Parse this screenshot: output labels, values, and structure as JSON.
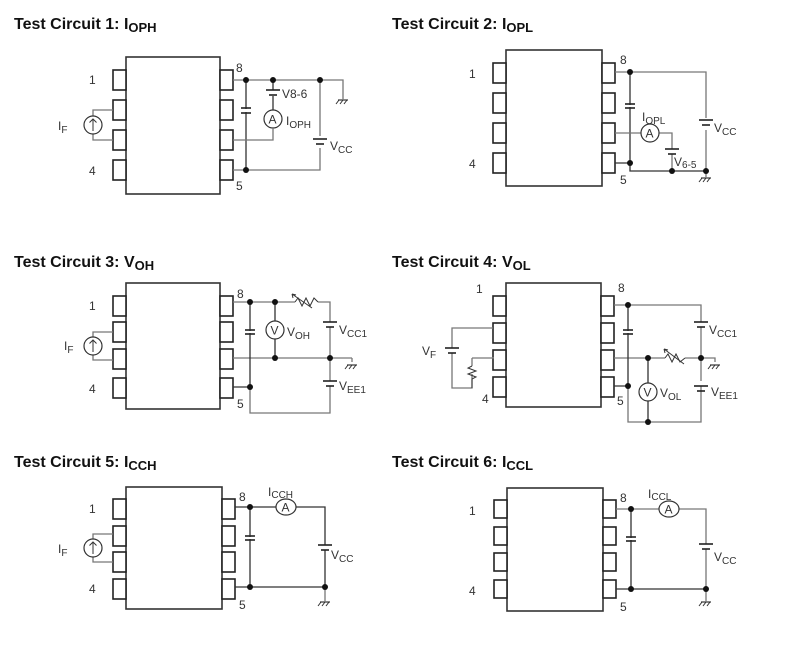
{
  "circuits": [
    {
      "id": 1,
      "title_main": "Test Circuit 1: I",
      "title_sub": "OPH",
      "pins": {
        "p1": "1",
        "p4": "4",
        "p5": "5",
        "p8": "8"
      },
      "labels": {
        "if": "I",
        "if_sub": "F",
        "v86": "V8-6",
        "meter": "A",
        "meas": "I",
        "meas_sub": "OPH",
        "vcc": "V",
        "vcc_sub": "CC"
      }
    },
    {
      "id": 2,
      "title_main": "Test Circuit 2: I",
      "title_sub": "OPL",
      "pins": {
        "p1": "1",
        "p4": "4",
        "p5": "5",
        "p8": "8"
      },
      "labels": {
        "meter": "A",
        "meas": "I",
        "meas_sub": "OPL",
        "v65": "V",
        "v65_sub": "6-5",
        "vcc": "V",
        "vcc_sub": "CC"
      }
    },
    {
      "id": 3,
      "title_main": "Test Circuit 3: V",
      "title_sub": "OH",
      "pins": {
        "p1": "1",
        "p4": "4",
        "p5": "5",
        "p8": "8"
      },
      "labels": {
        "if": "I",
        "if_sub": "F",
        "meter": "V",
        "meas": "V",
        "meas_sub": "OH",
        "vcc": "V",
        "vcc_sub": "CC1",
        "vee": "V",
        "vee_sub": "EE1"
      }
    },
    {
      "id": 4,
      "title_main": "Test Circuit 4: V",
      "title_sub": "OL",
      "pins": {
        "p1": "1",
        "p4": "4",
        "p5": "5",
        "p8": "8"
      },
      "labels": {
        "vf": "V",
        "vf_sub": "F",
        "meter": "V",
        "meas": "V",
        "meas_sub": "OL",
        "vcc": "V",
        "vcc_sub": "CC1",
        "vee": "V",
        "vee_sub": "EE1"
      }
    },
    {
      "id": 5,
      "title_main": "Test Circuit 5: I",
      "title_sub": "CCH",
      "pins": {
        "p1": "1",
        "p4": "4",
        "p5": "5",
        "p8": "8"
      },
      "labels": {
        "if": "I",
        "if_sub": "F",
        "meter": "A",
        "meas": "I",
        "meas_sub": "CCH",
        "vcc": "V",
        "vcc_sub": "CC"
      }
    },
    {
      "id": 6,
      "title_main": "Test Circuit 6: I",
      "title_sub": "CCL",
      "pins": {
        "p1": "1",
        "p4": "4",
        "p5": "5",
        "p8": "8"
      },
      "labels": {
        "meter": "A",
        "meas": "I",
        "meas_sub": "CCL",
        "vcc": "V",
        "vcc_sub": "CC"
      }
    }
  ]
}
